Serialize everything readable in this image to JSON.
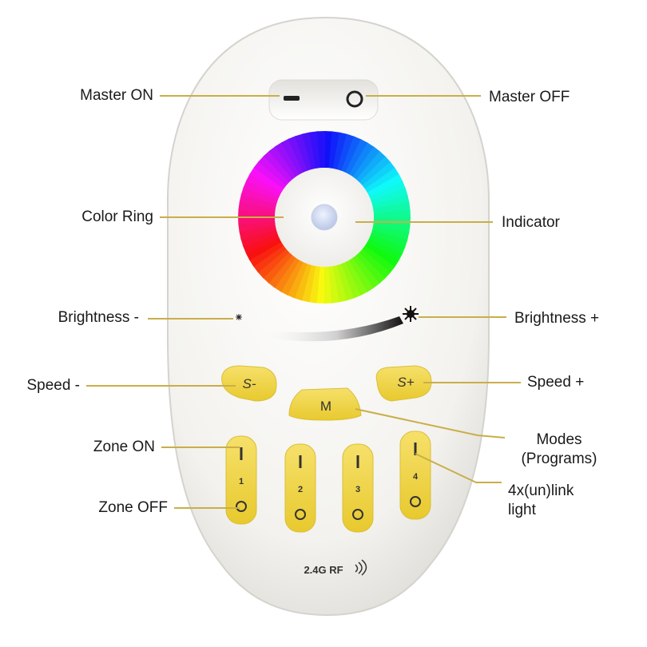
{
  "labels": {
    "master_on": "Master ON",
    "master_off": "Master OFF",
    "color_ring": "Color Ring",
    "indicator": "Indicator",
    "brightness_minus": "Brightness -",
    "brightness_plus": "Brightness +",
    "speed_minus": "Speed -",
    "speed_plus": "Speed +",
    "zone_on": "Zone ON",
    "zone_off": "Zone OFF",
    "modes_line1": "Modes",
    "modes_line2": "(Programs)",
    "link_line1": "4x(un)link",
    "link_line2": "light"
  },
  "remote": {
    "speed_minus_key": "S-",
    "speed_plus_key": "S+",
    "mode_key": "M",
    "zone_numbers": [
      "1",
      "2",
      "3",
      "4"
    ],
    "rf_badge": "2.4G RF"
  },
  "colors": {
    "leader_line": "#c9ae4a",
    "button_yellow": "#f1d84a",
    "body_white": "#f6f5f1",
    "label_text": "#1a1a1a"
  }
}
